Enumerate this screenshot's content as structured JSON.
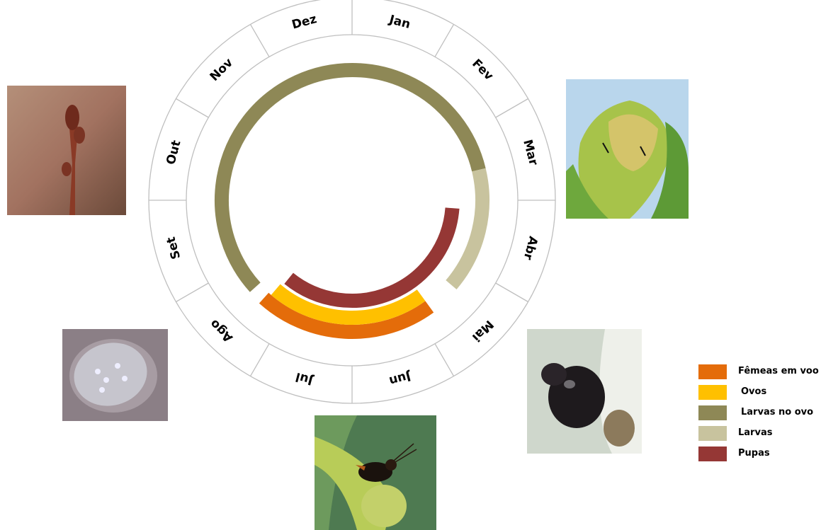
{
  "months": [
    "Jan",
    "Fev",
    "Mar",
    "Abr",
    "Mai",
    "Jun",
    "Jul",
    "Ago",
    "Set",
    "Out",
    "Nov",
    "Dez"
  ],
  "legend": [
    {
      "key": "femeas",
      "label": "Fêmeas em voo",
      "color": "#E46C0A"
    },
    {
      "key": "ovos",
      "label": "Ovos",
      "color": "#FFC000"
    },
    {
      "key": "larvas_no_ovo",
      "label": "Larvas no ovo",
      "color": "#8E8856"
    },
    {
      "key": "larvas",
      "label": "Larvas",
      "color": "#C8C39E"
    },
    {
      "key": "pupas",
      "label": "Pupas",
      "color": "#953735"
    }
  ],
  "phases": [
    {
      "key": "larvas_no_ovo",
      "start_month": 7.6,
      "end_month": 2.55
    },
    {
      "key": "larvas",
      "start_month": 2.55,
      "end_month": 4.35
    },
    {
      "key": "pupas",
      "start_month": 3.15,
      "end_month": 7.3
    },
    {
      "key": "ovos",
      "start_month": 4.8,
      "end_month": 7.35
    },
    {
      "key": "femeas",
      "start_month": 4.8,
      "end_month": 7.4
    }
  ],
  "photos": [
    {
      "key": "bud",
      "subject": "gomo"
    },
    {
      "key": "gall",
      "subject": "galha"
    },
    {
      "key": "egg",
      "subject": "ovo"
    },
    {
      "key": "pupa",
      "subject": "pupa"
    },
    {
      "key": "wasp",
      "subject": "fêmea adulta"
    }
  ]
}
